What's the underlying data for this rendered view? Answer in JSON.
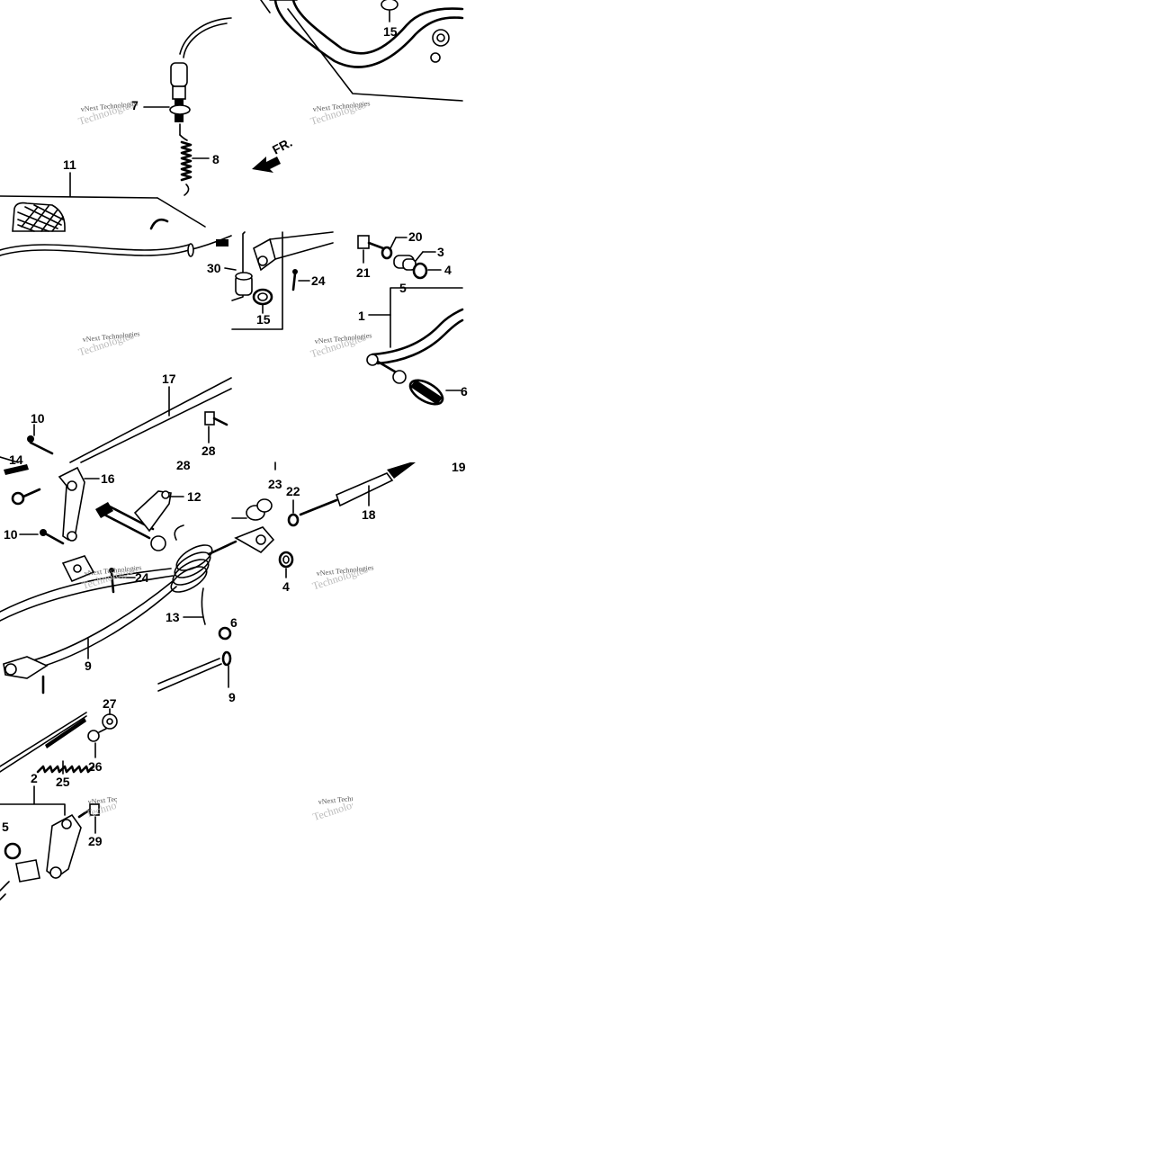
{
  "fr_label": "FR.",
  "watermark": {
    "line1": "vNext Technologies",
    "line2": "Technologies"
  },
  "labels": [
    "1",
    "2",
    "3",
    "4",
    "4",
    "5",
    "5",
    "6",
    "6",
    "7",
    "8",
    "9",
    "9",
    "10",
    "10",
    "11",
    "12",
    "13",
    "14",
    "15",
    "15",
    "16",
    "17",
    "18",
    "19",
    "20",
    "21",
    "22",
    "23",
    "24",
    "24",
    "25",
    "26",
    "27",
    "28",
    "28",
    "29",
    "30"
  ]
}
